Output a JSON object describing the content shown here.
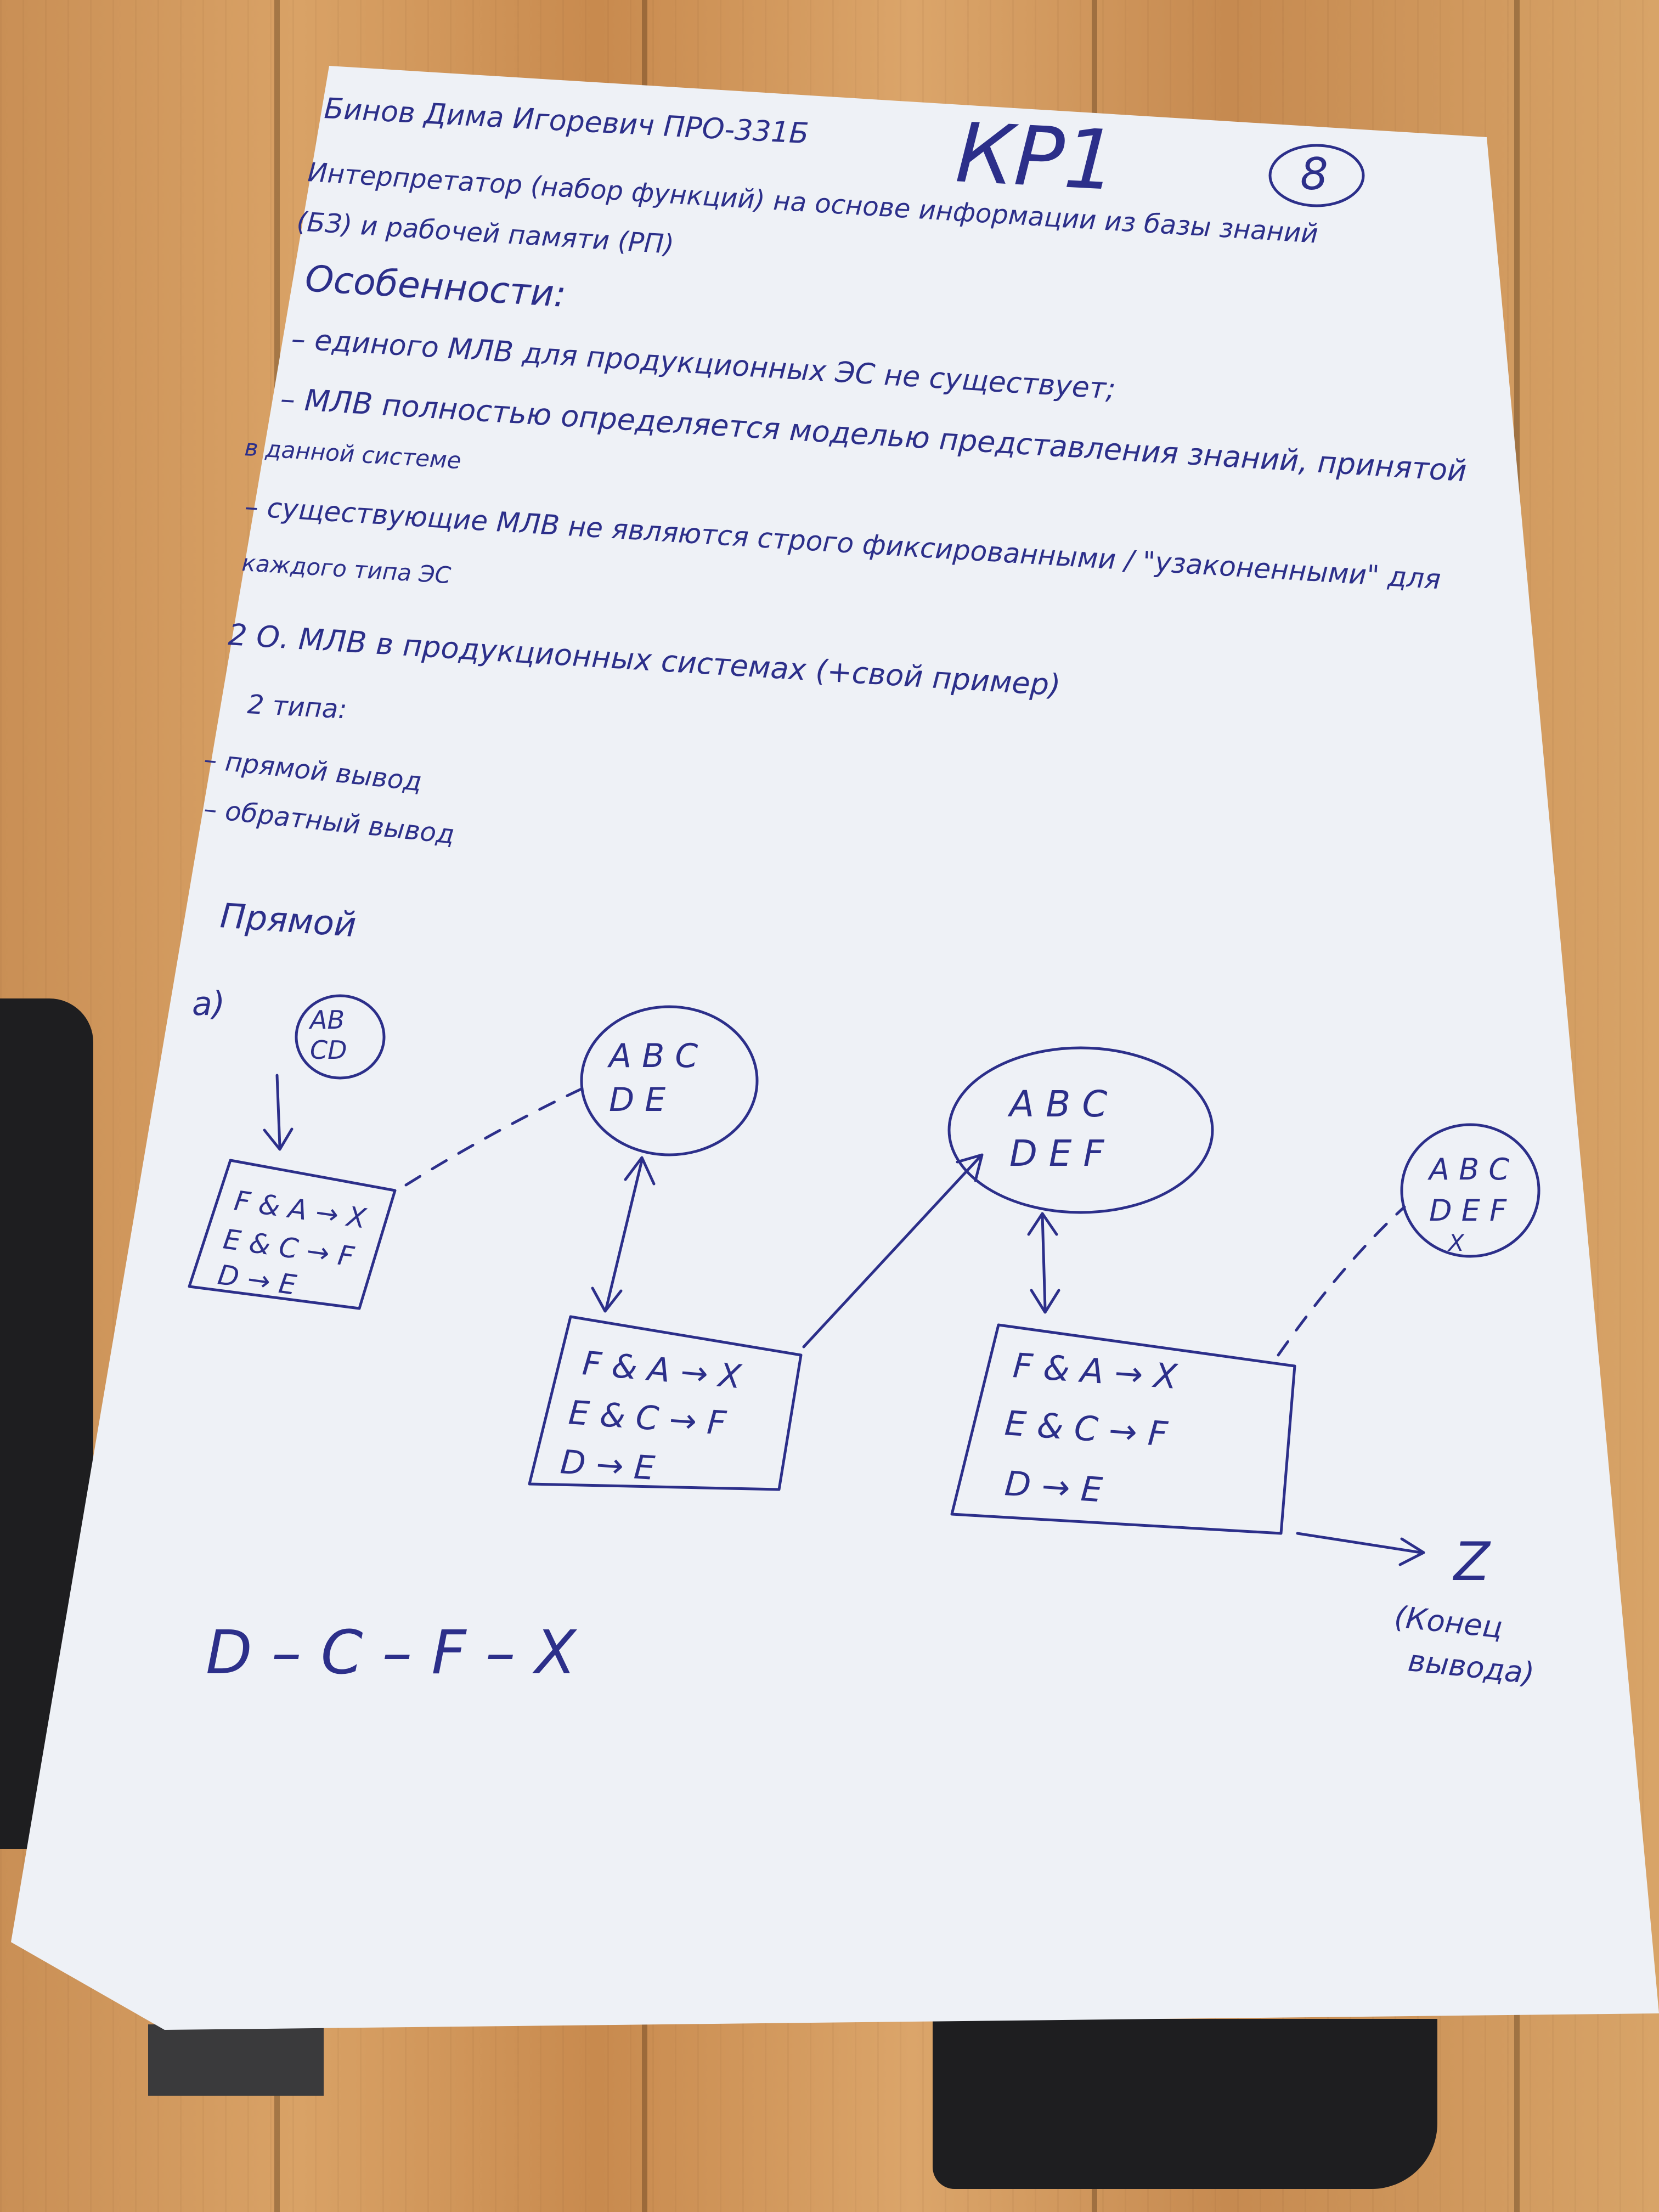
{
  "header": {
    "name_group": "Бинов Дима Игоревич ПРО-331Б",
    "title": "КР1",
    "grade": "8"
  },
  "intro": [
    "Интерпретатор (набор функций) на основе информации из базы знаний",
    "(БЗ) и рабочей памяти (РП)"
  ],
  "features_heading": "Особенности:",
  "features": [
    "– единого МЛВ для продукционных ЭС не существует;",
    "– МЛВ полностью определяется моделью представления знаний, принятой",
    "в данной системе",
    "– существующие МЛВ не являются строго фиксированными / \"узаконенными\" для",
    "каждого типа ЭС"
  ],
  "item2": "2 О. МЛВ в продукционных системах (+свой пример)",
  "types_heading": "2 типа:",
  "types": [
    "– прямой вывод",
    "– обратный вывод"
  ],
  "section": "Прямой",
  "label_a": "а)",
  "diagram": {
    "bubble1": [
      "АВ",
      "СD"
    ],
    "bubble2": [
      "А В С",
      "D Е"
    ],
    "bubble3": [
      "А В С",
      "D Е F"
    ],
    "bubble4": [
      "А В С",
      "D Е F",
      "Х"
    ],
    "rules": [
      "F & А → Х",
      "Е & С → F",
      "D → Е"
    ],
    "goal": "Z",
    "goal_note": [
      "(Конец",
      "вывода)"
    ],
    "chain": "D – С – F – Х"
  }
}
